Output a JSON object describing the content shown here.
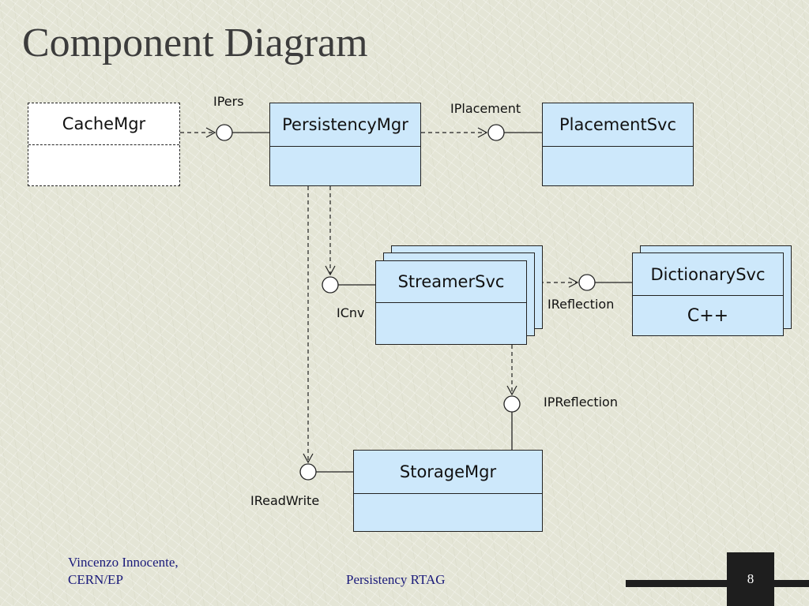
{
  "slide": {
    "title": "Component Diagram",
    "footer": {
      "author_line1": "Vincenzo Innocente,",
      "author_line2": "CERN/EP",
      "center": "Persistency RTAG",
      "page_number": "8"
    }
  },
  "components": {
    "cache_mgr": "CacheMgr",
    "persistency_mgr": "PersistencyMgr",
    "placement_svc": "PlacementSvc",
    "streamer_svc": "StreamerSvc",
    "dictionary_svc": "DictionarySvc",
    "dictionary_svc_body": "C++",
    "storage_mgr": "StorageMgr"
  },
  "interfaces": {
    "ipers": "IPers",
    "iplacement": "IPlacement",
    "icnv": "ICnv",
    "ireflection": "IReflection",
    "ipreflection": "IPReflection",
    "ireadwrite": "IReadWrite"
  }
}
